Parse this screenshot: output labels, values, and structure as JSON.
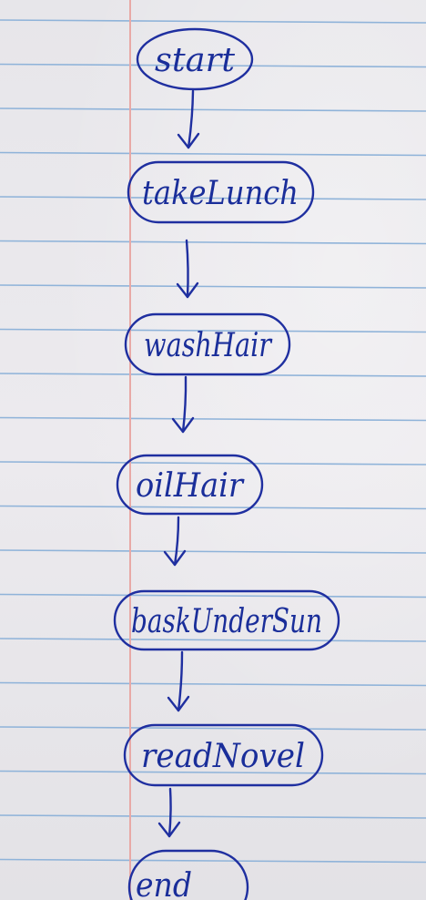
{
  "diagram": {
    "ink_color": "#1f2fa0",
    "nodes": [
      {
        "id": "start",
        "label": "start"
      },
      {
        "id": "takeLunch",
        "label": "takeLunch"
      },
      {
        "id": "washHair",
        "label": "washHair"
      },
      {
        "id": "oilHair",
        "label": "oilHair"
      },
      {
        "id": "baskUnderSun",
        "label": "baskUnderSun"
      },
      {
        "id": "readNovel",
        "label": "readNovel"
      },
      {
        "id": "end",
        "label": "end"
      }
    ],
    "edges": [
      {
        "from": "start",
        "to": "takeLunch"
      },
      {
        "from": "takeLunch",
        "to": "washHair"
      },
      {
        "from": "washHair",
        "to": "oilHair"
      },
      {
        "from": "oilHair",
        "to": "baskUnderSun"
      },
      {
        "from": "baskUnderSun",
        "to": "readNovel"
      },
      {
        "from": "readNovel",
        "to": "end"
      }
    ]
  },
  "paper": {
    "rule_color": "#8fb3d9",
    "margin_color": "#e8a9a6"
  }
}
